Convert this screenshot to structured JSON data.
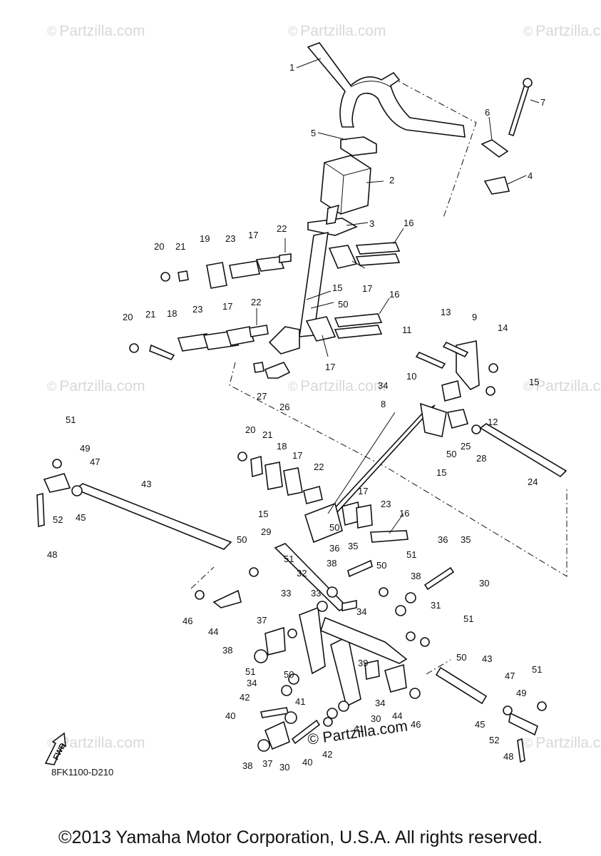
{
  "watermark": {
    "mark": "©",
    "text": "Partzilla.com"
  },
  "diagram_code": "8FK1100-D210",
  "site_label": "© Partzilla.com",
  "copyright": "©2013 Yamaha Motor Corporation, U.S.A. All rights reserved.",
  "fwd_label": "FWD",
  "callouts": [
    "1",
    "2",
    "3",
    "4",
    "5",
    "6",
    "7",
    "8",
    "9",
    "10",
    "11",
    "12",
    "13",
    "14",
    "15",
    "16",
    "17",
    "18",
    "19",
    "20",
    "21",
    "22",
    "23",
    "24",
    "25",
    "26",
    "27",
    "28",
    "29",
    "30",
    "31",
    "32",
    "33",
    "34",
    "35",
    "36",
    "37",
    "38",
    "39",
    "40",
    "41",
    "42",
    "43",
    "44",
    "45",
    "46",
    "47",
    "48",
    "49",
    "50",
    "51",
    "52"
  ]
}
